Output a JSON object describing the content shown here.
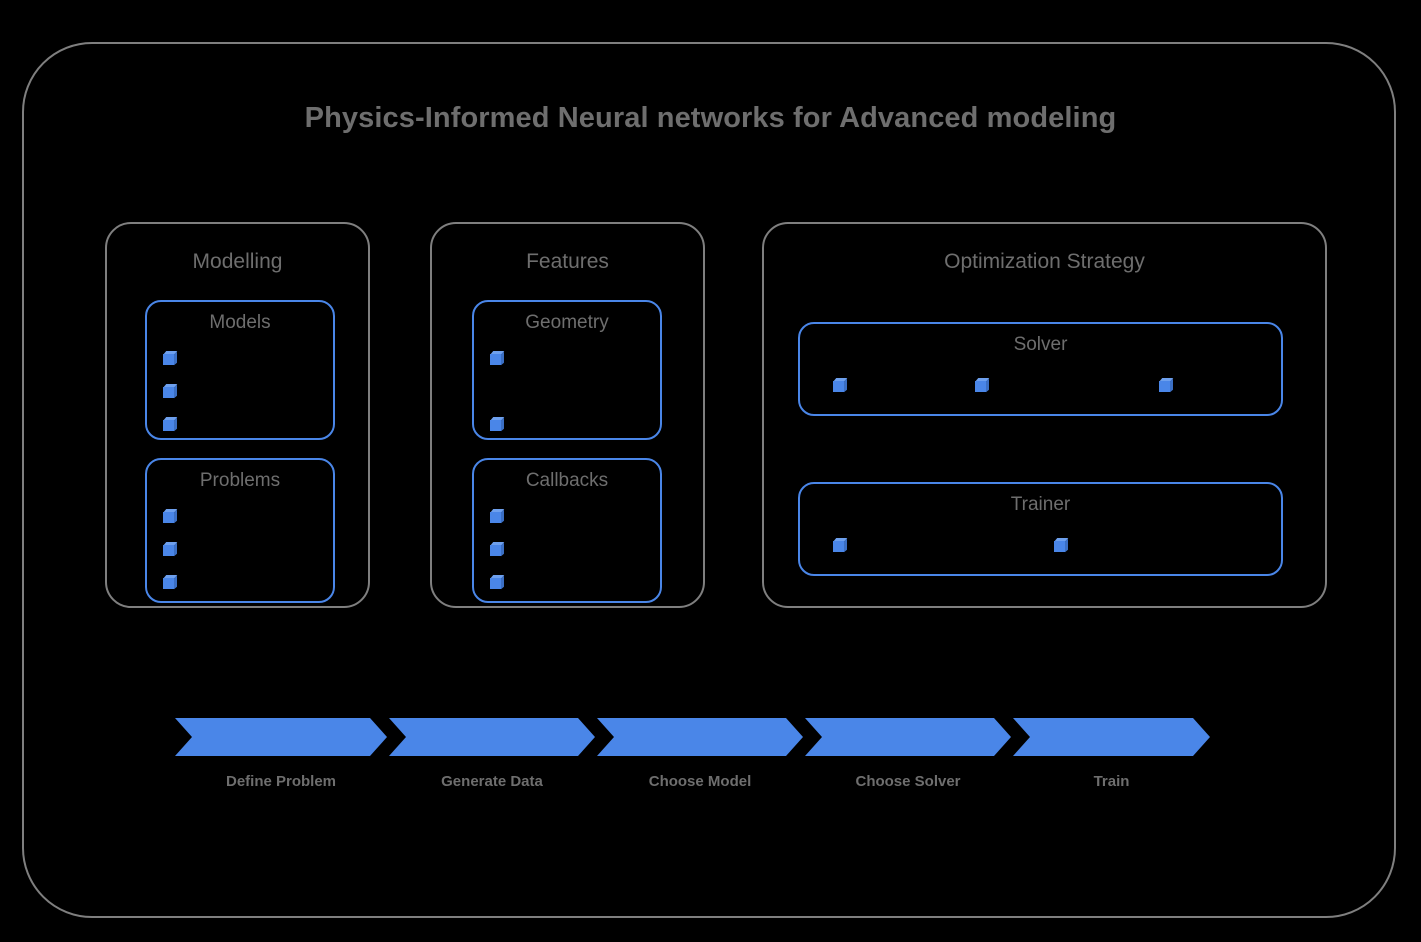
{
  "diagram": {
    "title": "Physics-Informed Neural networks for Advanced modeling",
    "colors": {
      "background": "#000000",
      "outer_border": "#7f7f7f",
      "group_border": "#7f7f7f",
      "sub_border": "#4a86e8",
      "accent_blue": "#4a86e8",
      "text_grey": "#6e6e6e"
    }
  },
  "groups": [
    {
      "name": "modelling",
      "label": "Modelling",
      "boxes": [
        {
          "name": "models",
          "label": "Models",
          "bullet_count": 3
        },
        {
          "name": "problems",
          "label": "Problems",
          "bullet_count": 3
        }
      ]
    },
    {
      "name": "features",
      "label": "Features",
      "boxes": [
        {
          "name": "geometry",
          "label": "Geometry",
          "bullet_count": 2
        },
        {
          "name": "callbacks",
          "label": "Callbacks",
          "bullet_count": 3
        }
      ]
    },
    {
      "name": "optimization",
      "label": "Optimization Strategy",
      "boxes": [
        {
          "name": "solver",
          "label": "Solver",
          "bullet_count": 3
        },
        {
          "name": "trainer",
          "label": "Trainer",
          "bullet_count": 2
        }
      ]
    }
  ],
  "pipeline": {
    "steps": [
      {
        "label": "Define Problem"
      },
      {
        "label": "Generate Data"
      },
      {
        "label": "Choose Model"
      },
      {
        "label": "Choose Solver"
      },
      {
        "label": "Train"
      }
    ]
  }
}
